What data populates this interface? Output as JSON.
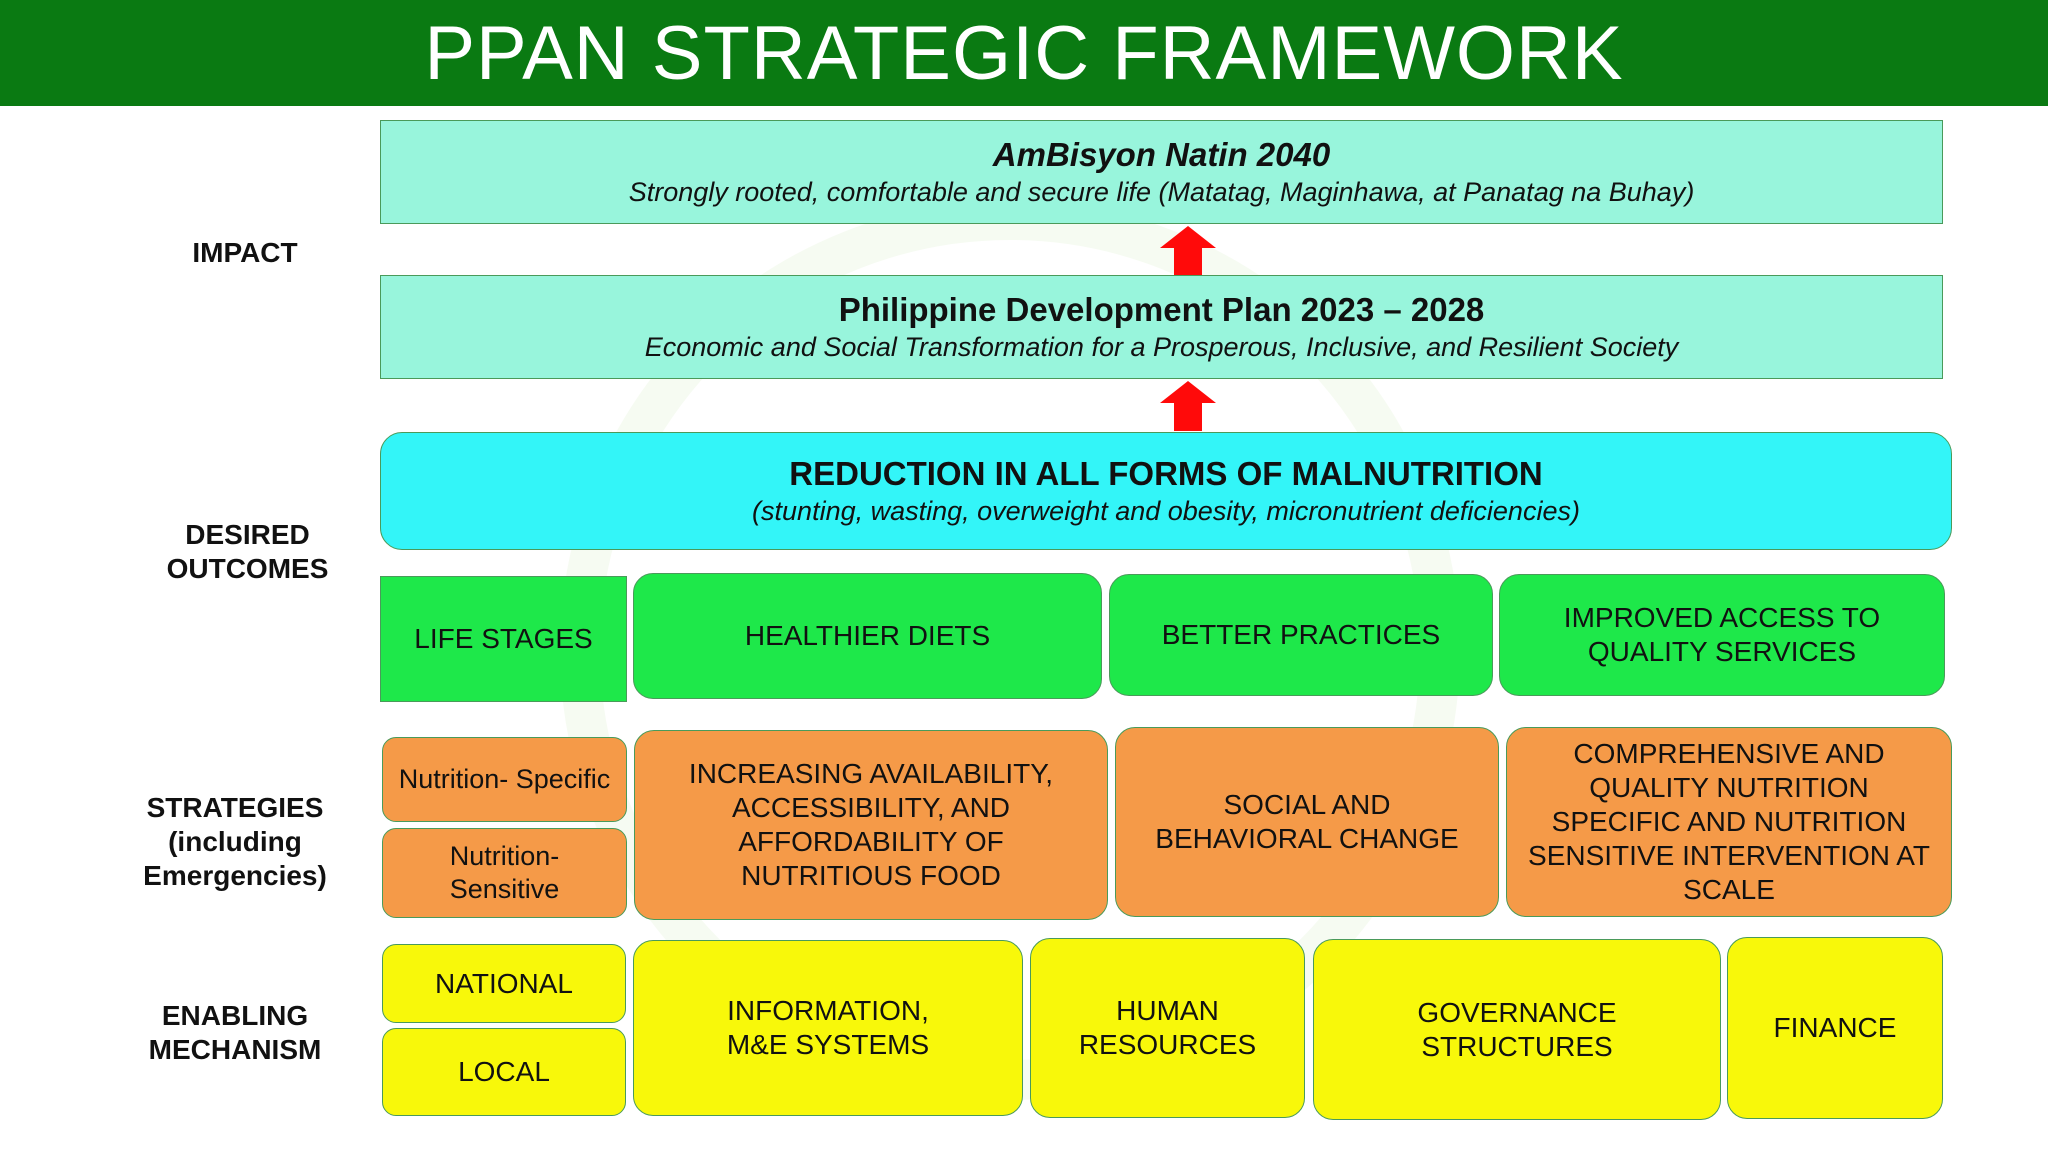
{
  "header": {
    "title": "PPAN STRATEGIC FRAMEWORK"
  },
  "side_labels": {
    "impact": "IMPACT",
    "desired_outcomes": [
      "DESIRED",
      "OUTCOMES"
    ],
    "strategies": [
      "STRATEGIES",
      "(including",
      "Emergencies)"
    ],
    "enabling": [
      "ENABLING",
      "MECHANISM"
    ]
  },
  "impact": {
    "ambisyon": {
      "title": "AmBisyon Natin 2040",
      "subtitle": "Strongly rooted, comfortable and secure life (Matatag, Maginhawa, at Panatag na Buhay)"
    },
    "pdp": {
      "title": "Philippine Development Plan 2023 – 2028",
      "subtitle": "Economic and Social Transformation for a Prosperous, Inclusive, and Resilient Society"
    }
  },
  "outcome": {
    "title": "REDUCTION IN ALL FORMS OF MALNUTRITION",
    "subtitle": "(stunting, wasting, overweight and obesity, micronutrient deficiencies)"
  },
  "outcome_row": {
    "life_stages": "LIFE STAGES",
    "healthier_diets": "HEALTHIER DIETS",
    "better_practices": "BETTER PRACTICES",
    "improved_access": [
      "IMPROVED ACCESS TO",
      "QUALITY SERVICES"
    ]
  },
  "strategies": {
    "nutrition_specific": "Nutrition- Specific",
    "nutrition_sensitive": [
      "Nutrition-",
      "Sensitive"
    ],
    "increasing": [
      "INCREASING AVAILABILITY,",
      "ACCESSIBILITY, AND",
      "AFFORDABILITY OF",
      "NUTRITIOUS FOOD"
    ],
    "social": [
      "SOCIAL AND",
      "BEHAVIORAL CHANGE"
    ],
    "comprehensive": [
      "COMPREHENSIVE AND",
      "QUALITY NUTRITION",
      "SPECIFIC AND NUTRITION",
      "SENSITIVE INTERVENTION AT",
      "SCALE"
    ]
  },
  "enabling": {
    "national": "NATIONAL",
    "local": "LOCAL",
    "information": [
      "INFORMATION,",
      "M&E SYSTEMS"
    ],
    "human_resources": [
      "HUMAN",
      "RESOURCES"
    ],
    "governance": [
      "GOVERNANCE",
      "STRUCTURES"
    ],
    "finance": "FINANCE"
  },
  "colors": {
    "header_green": "#0a7a12",
    "aqua": "#98f5dc",
    "cyan": "#33f5f8",
    "green": "#1ee84a",
    "orange": "#f59a48",
    "yellow": "#f8f80a",
    "arrow_red": "#ff0a0a"
  }
}
